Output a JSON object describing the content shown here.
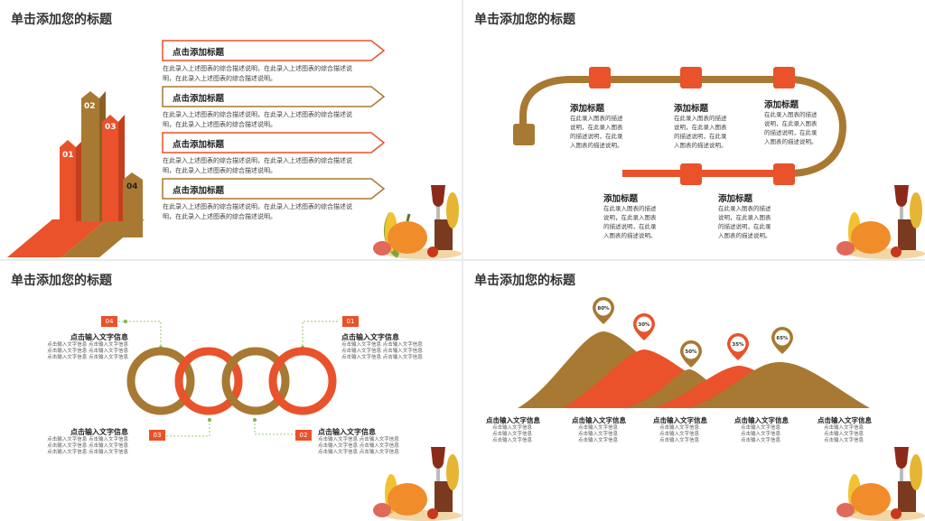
{
  "colors": {
    "orange": "#e9522a",
    "brown": "#a87932",
    "text": "#333333"
  },
  "slide1": {
    "title": "单击添加您的标题",
    "bars": [
      {
        "label": "01",
        "color": "#e9522a"
      },
      {
        "label": "02",
        "color": "#a87932"
      },
      {
        "label": "03",
        "color": "#e9522a"
      },
      {
        "label": "04",
        "color": "#a87932"
      }
    ],
    "items": [
      {
        "heading": "点击添加标题",
        "desc": "在此录入上述图表的综合描述说明，在此录入上述图表的综合描述说明，在此录入上述图表的综合描述说明。"
      },
      {
        "heading": "点击添加标题",
        "desc": "在此录入上述图表的综合描述说明，在此录入上述图表的综合描述说明，在此录入上述图表的综合描述说明。"
      },
      {
        "heading": "点击添加标题",
        "desc": "在此录入上述图表的综合描述说明，在此录入上述图表的综合描述说明，在此录入上述图表的综合描述说明。"
      },
      {
        "heading": "点击添加标题",
        "desc": "在此录入上述图表的综合描述说明，在此录入上述图表的综合描述说明，在此录入上述图表的综合描述说明。"
      }
    ]
  },
  "slide2": {
    "title": "单击添加您的标题",
    "items": [
      {
        "heading": "添加标题",
        "desc": "在此录入图表的描述说明，在此录入图表的描述说明，在此录入图表的描述说明。"
      },
      {
        "heading": "添加标题",
        "desc": "在此录入图表的描述说明，在此录入图表的描述说明，在此录入图表的描述说明。"
      },
      {
        "heading": "添加标题",
        "desc": "在此录入图表的描述说明，在此录入图表的描述说明，在此录入图表的描述说明。"
      },
      {
        "heading": "添加标题",
        "desc": "在此录入图表的描述说明，在此录入图表的描述说明，在此录入图表的描述说明。"
      },
      {
        "heading": "添加标题",
        "desc": "在此录入图表的描述说明，在此录入图表的描述说明，在此录入图表的描述说明。"
      }
    ]
  },
  "slide3": {
    "title": "单击添加您的标题",
    "items": [
      {
        "badge": "04",
        "heading": "点击输入文字信息",
        "lines": [
          "点击输入文字信息 点击输入文字信息",
          "点击输入文字信息 点击输入文字信息",
          "点击输入文字信息 点击输入文字信息"
        ]
      },
      {
        "badge": "01",
        "heading": "点击输入文字信息",
        "lines": [
          "点击输入文字信息 点击输入文字信息",
          "点击输入文字信息 点击输入文字信息",
          "点击输入文字信息 点击输入文字信息"
        ]
      },
      {
        "badge": "03",
        "heading": "点击输入文字信息",
        "lines": [
          "点击输入文字信息 点击输入文字信息",
          "点击输入文字信息 点击输入文字信息",
          "点击输入文字信息 点击输入文字信息"
        ]
      },
      {
        "badge": "02",
        "heading": "点击输入文字信息",
        "lines": [
          "点击输入文字信息 点击输入文字信息",
          "点击输入文字信息 点击输入文字信息",
          "点击输入文字信息 点击输入文字信息"
        ]
      }
    ]
  },
  "slide4": {
    "title": "单击添加您的标题",
    "pins": [
      "80%",
      "30%",
      "50%",
      "35%",
      "65%"
    ],
    "items": [
      {
        "heading": "点击输入文字信息",
        "lines": [
          "点击输入文字信息",
          "点击输入文字信息",
          "点击输入文字信息"
        ]
      },
      {
        "heading": "点击输入文字信息",
        "lines": [
          "点击输入文字信息",
          "点击输入文字信息",
          "点击输入文字信息"
        ]
      },
      {
        "heading": "点击输入文字信息",
        "lines": [
          "点击输入文字信息",
          "点击输入文字信息",
          "点击输入文字信息"
        ]
      },
      {
        "heading": "点击输入文字信息",
        "lines": [
          "点击输入文字信息",
          "点击输入文字信息",
          "点击输入文字信息"
        ]
      },
      {
        "heading": "点击输入文字信息",
        "lines": [
          "点击输入文字信息",
          "点击输入文字信息",
          "点击输入文字信息"
        ]
      }
    ]
  }
}
